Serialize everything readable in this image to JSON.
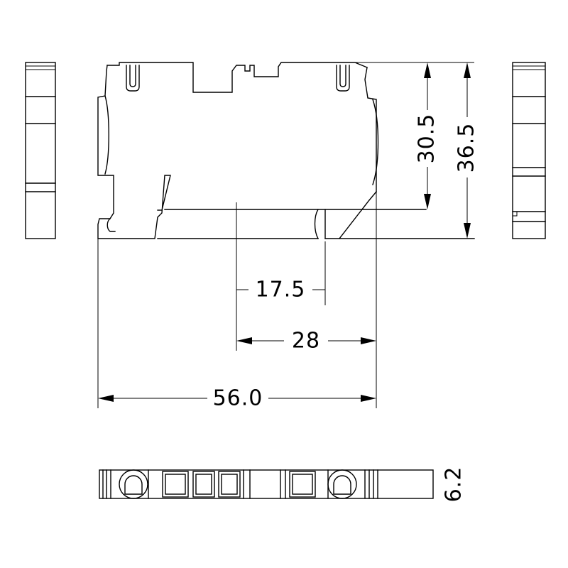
{
  "dimensions": {
    "height_inner": "30.5",
    "height_total": "36.5",
    "width_17": "17.5",
    "width_28": "28",
    "width_total": "56.0",
    "thickness": "6.2"
  }
}
